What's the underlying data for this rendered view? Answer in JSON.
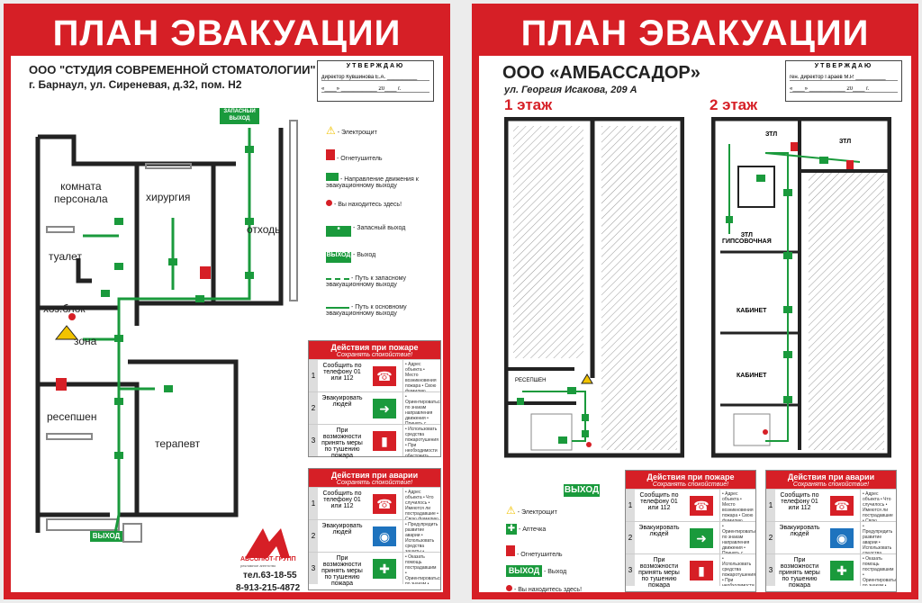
{
  "left": {
    "title": "ПЛАН ЭВАКУАЦИИ",
    "org": "ООО \"СТУДИЯ СОВРЕМЕННОЙ СТОМАТОЛОГИИ\"",
    "address": "г. Барнаул, ул. Сиреневая, д.32, пом. Н2",
    "approve_head": "УТВЕРЖДАЮ",
    "approve_line": "директор Кувшинова Е.А. __________",
    "approve_date": "«____» ____________ 20____ г.",
    "rooms": {
      "staff": "комната\nперсонала",
      "surgery": "хирургия",
      "waste": "отходы",
      "toilet": "туалет",
      "storage": "хоз.блок",
      "zone": "зона",
      "reception": "ресепшен",
      "therapist": "терапевт"
    },
    "exit_emergency": "ЗАПАСНЫЙ\nВЫХОД",
    "exit": "ВЫХОД",
    "legend": {
      "panel": "- Электрощит",
      "extinguisher": "- Огнетушитель",
      "direction": "- Направление движения к эвакуационному выходу",
      "here": "- Вы находитесь здесь!",
      "emergency_exit": "- Запасный выход",
      "exit": "- Выход",
      "path_emergency": "- Путь к запасному эвакуационному выходу",
      "path_main": "- Путь к основному эвакуационному выходу"
    },
    "company": "АБСОЛЮТ-ГРУПП",
    "company_sub": "рекламное агентство",
    "phone1": "тел.63-18-55",
    "phone2": "8-913-215-4872"
  },
  "right": {
    "title": "ПЛАН ЭВАКУАЦИИ",
    "org": "ООО «АМБАССАДОР»",
    "address": "ул. Георгия Исакова, 209 А",
    "approve_head": "УТВЕРЖДАЮ",
    "approve_line": "ген. директор Гараев М.Р. __________",
    "approve_date": "«____» ____________ 20____ г.",
    "floor1": "1 этаж",
    "floor2": "2 этаж",
    "reception": "РЕСЕПШЕН",
    "exit": "ВЫХОД",
    "rooms2": {
      "ztl1": "ЗТЛ",
      "ztl2": "ЗТЛ",
      "gyps": "ЗТЛ\nГИПСОВОЧНАЯ",
      "cab1": "КАБИНЕТ",
      "cab2": "КАБИНЕТ"
    },
    "legend": {
      "panel": "- Электрощит",
      "aid": "- Аптечка",
      "extinguisher": "- Огнетушитель",
      "exit": "- Выход",
      "here": "- Вы находитесь здесь!"
    }
  },
  "fire": {
    "title": "Действия при пожаре",
    "sub": "Сохранять спокойствие!",
    "steps": [
      {
        "n": "1",
        "text": "Сообщить по телефону 01 или 112",
        "detail": "• Адрес объекта • Место возникновения пожара • Свою фамилию"
      },
      {
        "n": "2",
        "text": "Эвакуировать людей",
        "detail": "• Ориентироваться по знакам направления движения • Принять с собой пострадавших"
      },
      {
        "n": "3",
        "text": "При возможности принять меры по тушению пожара",
        "detail": "• Использовать средства пожаротушения • При необходимости обесточить помещение"
      }
    ]
  },
  "accident": {
    "title": "Действия при аварии",
    "sub": "Сохранять спокойствие!",
    "steps": [
      {
        "n": "1",
        "text": "Сообщить по телефону 01 или 112",
        "detail": "• Адрес объекта • Что случилось • Имеются ли пострадавшие • Свою фамилию"
      },
      {
        "n": "2",
        "text": "Эвакуировать людей",
        "detail": "• Предупредить развитие аварии • Использовать средства защиты • Обозначить место аварии"
      },
      {
        "n": "3",
        "text": "При возможности принять меры по тушению пожара",
        "detail": "• Оказать помощь пострадавшим • Ориентироваться по знакам • Взять с собой пострадавших"
      }
    ]
  },
  "colors": {
    "red": "#d61f26",
    "green": "#1a9a3c"
  }
}
